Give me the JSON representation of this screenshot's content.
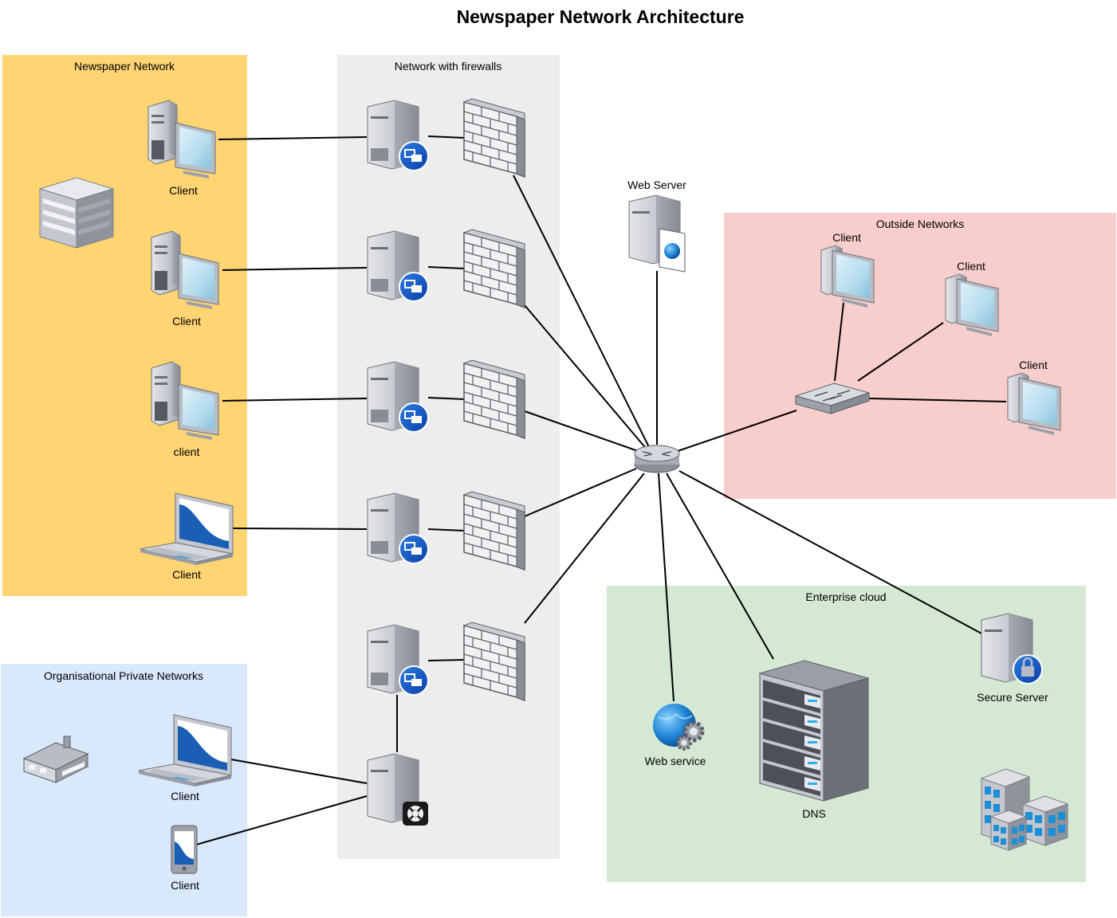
{
  "title": "Newspaper Network Architecture",
  "zones": {
    "newspaper": {
      "label": "Newspaper Network",
      "color": "#FFD473"
    },
    "firewalls": {
      "label": "Network with firewalls",
      "color": "#EDEDED"
    },
    "outside": {
      "label": "Outside Networks",
      "color": "#F8CECC"
    },
    "enterprise": {
      "label": "Enterprise cloud",
      "color": "#D5E8D4"
    },
    "private": {
      "label": "Organisational Private Networks",
      "color": "#DAE8FC"
    }
  },
  "nodes": {
    "np_client_1": "Client",
    "np_client_2": "Client",
    "np_client_3": "client",
    "np_laptop": "Client",
    "web_server": "Web Server",
    "out_client_1": "Client",
    "out_client_2": "Client",
    "out_client_3": "Client",
    "web_service": "Web service",
    "dns": "DNS",
    "secure_server": "Secure Server",
    "priv_laptop": "Client",
    "priv_phone": "Client"
  },
  "icons": {
    "client": "desktop-computer-icon",
    "laptop": "laptop-icon",
    "proxy_server": "proxy-server-icon",
    "firewall": "firewall-icon",
    "router": "router-icon",
    "switch": "switch-icon",
    "web_server": "web-server-icon",
    "web_service": "web-service-icon",
    "dns": "server-rack-icon",
    "secure_server": "secure-server-icon",
    "phone": "mobile-phone-icon",
    "home": "house-icon",
    "office": "office-building-icon",
    "datacenter": "datacenter-building-icon",
    "support_server": "support-server-icon"
  }
}
